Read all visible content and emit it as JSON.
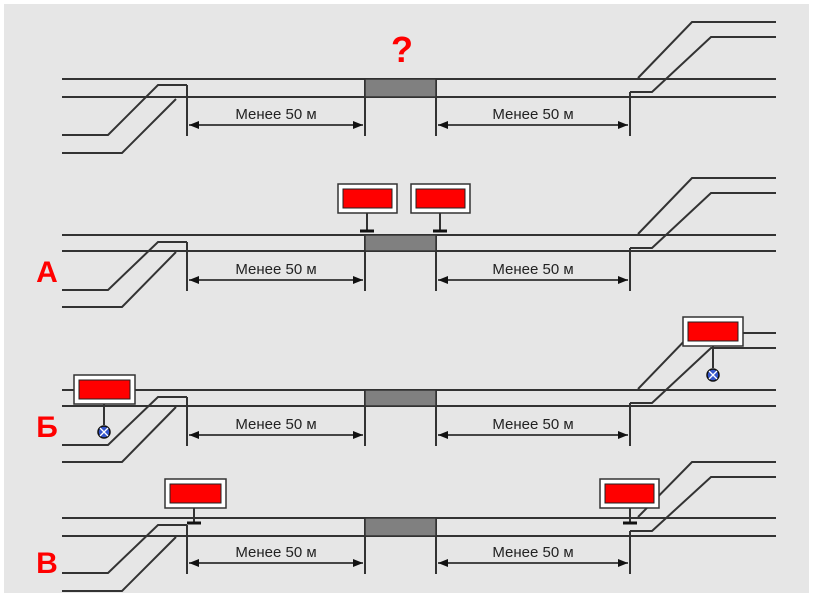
{
  "question_mark": "?",
  "distance_label": "Менее 50 м",
  "variants": [
    {
      "letter": ""
    },
    {
      "letter": "А"
    },
    {
      "letter": "Б"
    },
    {
      "letter": "В"
    }
  ],
  "colors": {
    "background": "#e6e6e6",
    "border": "#ffffff",
    "line": "#333333",
    "platform": "#808080",
    "signal": "#ff0000",
    "accent": "#ff0000"
  }
}
